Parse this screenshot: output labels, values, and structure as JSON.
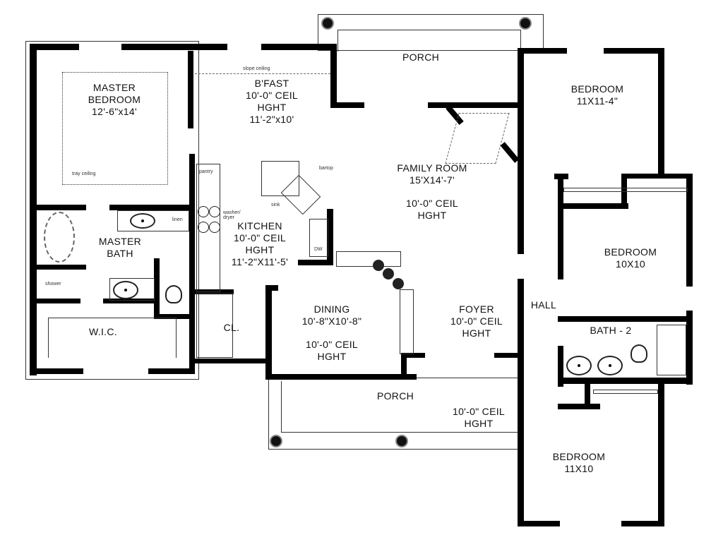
{
  "plan": {
    "rooms": {
      "master_bedroom": {
        "name": "MASTER BEDROOM",
        "line1": "MASTER",
        "line2": "BEDROOM",
        "size": "12'-6\"x14'",
        "note": "tray ceiling"
      },
      "breakfast": {
        "name": "B'FAST",
        "ceiling": "10'-0\" CEIL",
        "ceiling2": "HGHT",
        "size": "11'-2\"x10'",
        "note": "slope ceiling"
      },
      "porch_rear": {
        "name": "PORCH"
      },
      "bedroom_1": {
        "name": "BEDROOM",
        "size": "11X11-4\""
      },
      "family_room": {
        "name": "FAMILY ROOM",
        "size": "15'X14'-7'",
        "ceiling": "10'-0\" CEIL",
        "ceiling2": "HGHT"
      },
      "kitchen": {
        "name": "KITCHEN",
        "ceiling": "10'-0\" CEIL",
        "ceiling2": "HGHT",
        "size": "11'-2\"X11'-5'",
        "pantry": "pantry",
        "bartop": "bartop",
        "sink": "sink",
        "dw": "DW",
        "washer_dryer": "washer/ dryer"
      },
      "master_bath": {
        "line1": "MASTER",
        "line2": "BATH",
        "linen": "linen",
        "shower": "shower"
      },
      "wic": {
        "name": "W.I.C."
      },
      "dining": {
        "name": "DINING",
        "size": "10'-8\"X10'-8\"",
        "ceiling": "10'-0\" CEIL",
        "ceiling2": "HGHT"
      },
      "foyer": {
        "name": "FOYER",
        "ceiling": "10'-0\" CEIL",
        "ceiling2": "HGHT"
      },
      "hall": {
        "name": "HALL"
      },
      "bedroom_2": {
        "name": "BEDROOM",
        "size": "10X10"
      },
      "bath_2": {
        "name": "BATH - 2"
      },
      "porch_front": {
        "name": "PORCH",
        "ceiling": "10'-0\" CEIL",
        "ceiling2": "HGHT"
      },
      "bedroom_3": {
        "name": "BEDROOM",
        "size": "11X10"
      },
      "cabinet": {
        "name": "CL."
      }
    }
  }
}
